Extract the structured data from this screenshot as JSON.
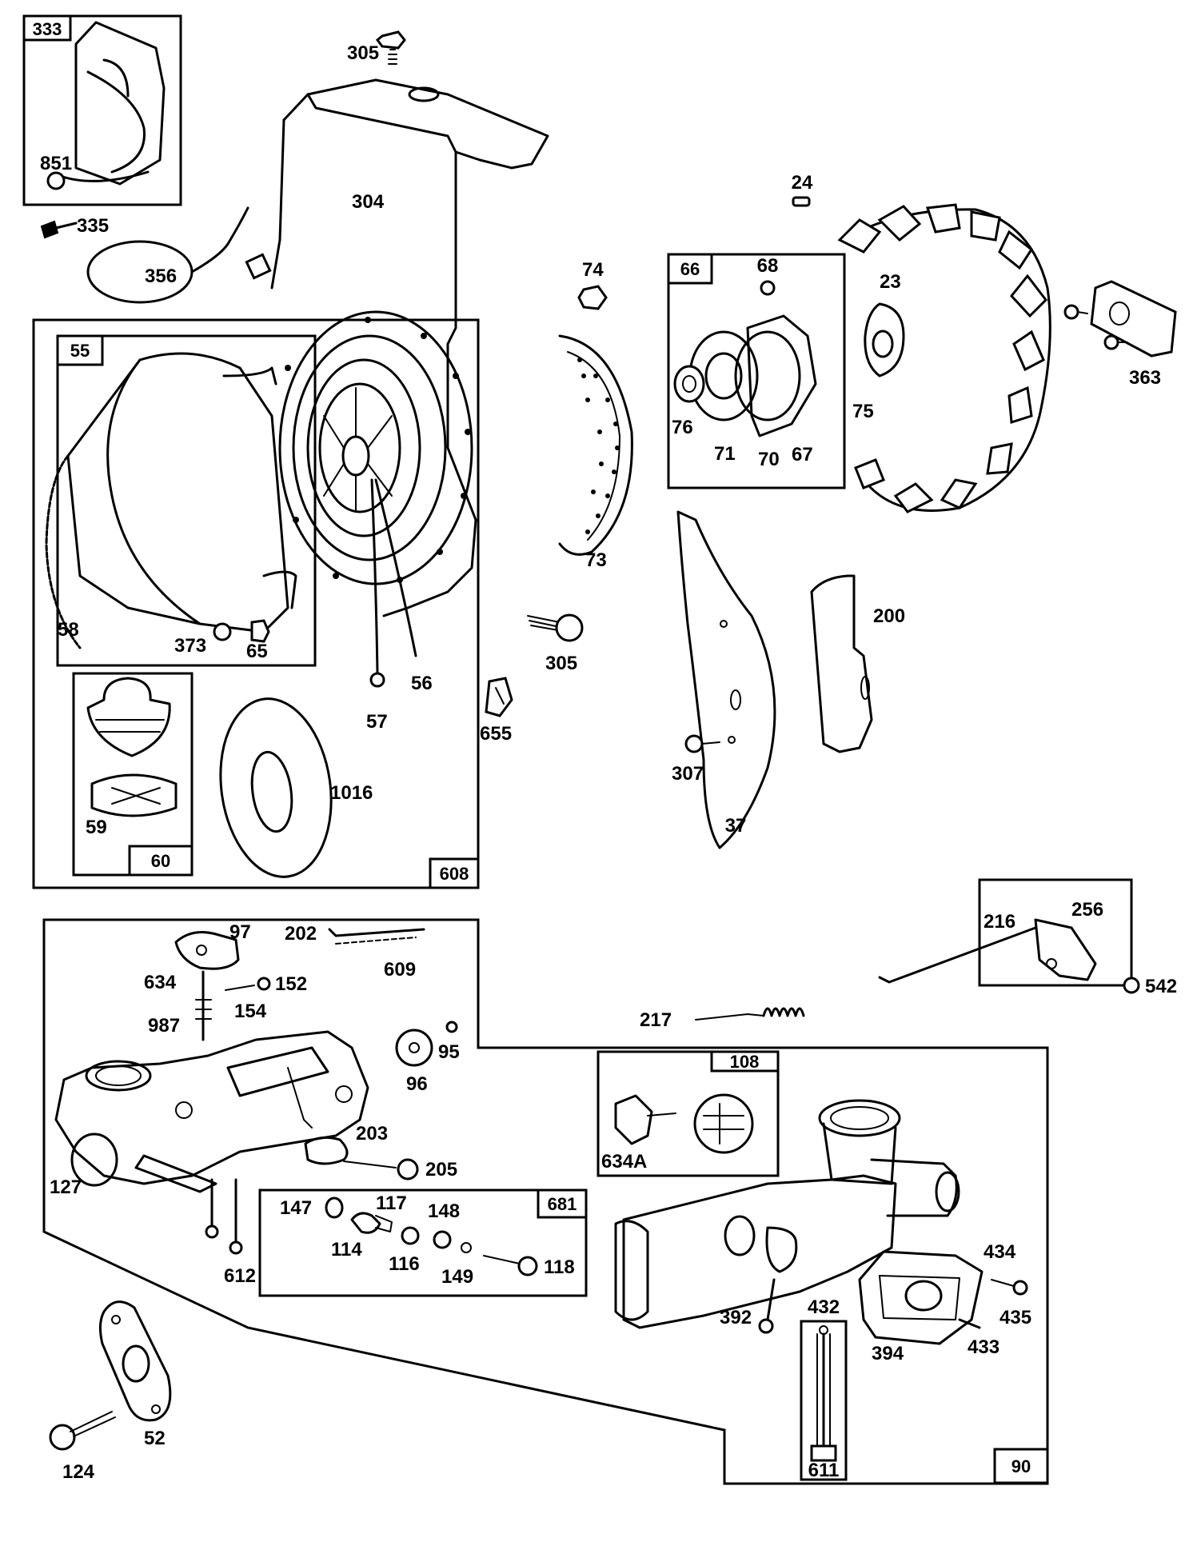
{
  "diagram": {
    "boxes": {
      "b333": "333",
      "b55": "55",
      "b608": "608",
      "b60": "60",
      "b66": "66",
      "b108": "108",
      "b681": "681",
      "b90": "90"
    },
    "labels": {
      "l305a": "305",
      "l304": "304",
      "l851": "851",
      "l335": "335",
      "l356": "356",
      "l74": "74",
      "l24": "24",
      "l68": "68",
      "l23": "23",
      "l363": "363",
      "l76": "76",
      "l71": "71",
      "l70": "70",
      "l67": "67",
      "l75": "75",
      "l73": "73",
      "l58": "58",
      "l373": "373",
      "l65": "65",
      "l305b": "305",
      "l56": "56",
      "l57": "57",
      "l655": "655",
      "l200": "200",
      "l1016": "1016",
      "l307": "307",
      "l37": "37",
      "l59": "59",
      "l97": "97",
      "l202": "202",
      "l609": "609",
      "l634": "634",
      "l152": "152",
      "l154": "154",
      "l987": "987",
      "l95": "95",
      "l96": "96",
      "l216": "216",
      "l256": "256",
      "l542": "542",
      "l217": "217",
      "l634A": "634A",
      "l203": "203",
      "l205": "205",
      "l127": "127",
      "l147": "147",
      "l117": "117",
      "l148": "148",
      "l114": "114",
      "l116": "116",
      "l149": "149",
      "l118": "118",
      "l612": "612",
      "l434": "434",
      "l392": "392",
      "l432": "432",
      "l435": "435",
      "l394": "394",
      "l433": "433",
      "l52": "52",
      "l124": "124",
      "l611": "611"
    }
  }
}
